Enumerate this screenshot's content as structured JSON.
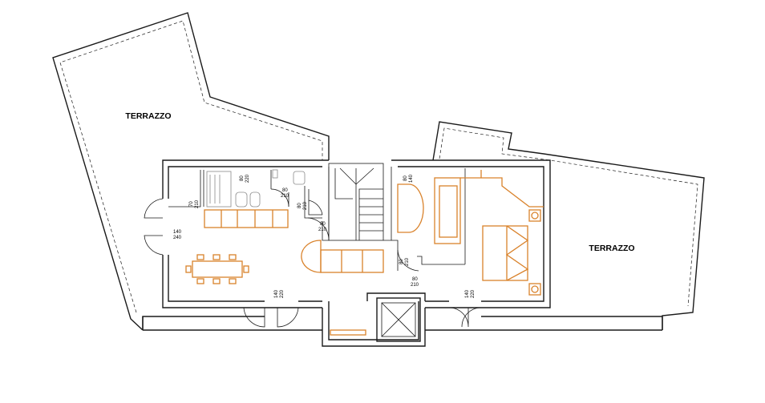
{
  "rooms": {
    "terrace_left": "TERRAZZO",
    "terrace_right": "TERRAZZO"
  },
  "openings": {
    "door_bath_top": [
      "80",
      "220"
    ],
    "door_bath_side": [
      "80",
      "210"
    ],
    "door_laundry": [
      "70",
      "210"
    ],
    "door_hall_a": [
      "80",
      "210"
    ],
    "door_hall_b": [
      "80",
      "210"
    ],
    "door_entry_west": [
      "140",
      "240"
    ],
    "window_south_left": [
      "140",
      "220"
    ],
    "door_bedroom_top": [
      "80",
      "140"
    ],
    "door_bedroom_hall": [
      "80",
      "210"
    ],
    "door_bedroom_side": [
      "80",
      "210"
    ],
    "window_south_right": [
      "140",
      "220"
    ]
  },
  "colors": {
    "walls": "#1a1a1a",
    "furniture": "#d9822b",
    "fixtures": "#8a8a8a"
  }
}
